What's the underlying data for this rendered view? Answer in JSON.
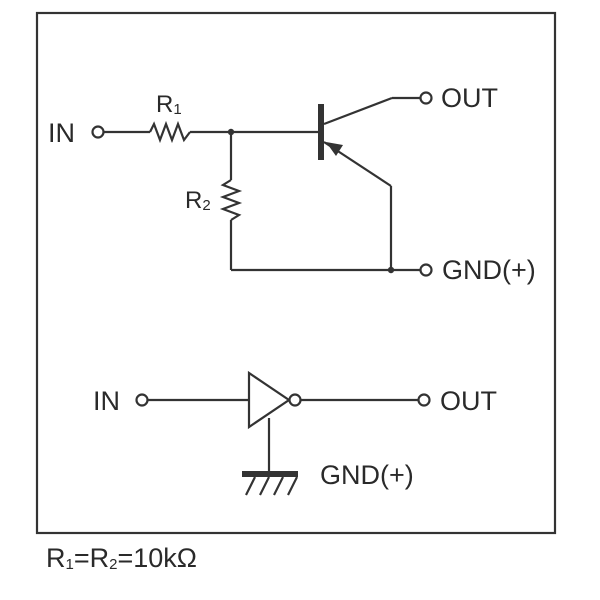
{
  "circuit": {
    "input_label": "IN",
    "output_label": "OUT",
    "ground_label": "GND(+)",
    "r1": {
      "letter": "R",
      "index": "1"
    },
    "r2": {
      "letter": "R",
      "index": "2"
    }
  },
  "symbol": {
    "input_label": "IN",
    "output_label": "OUT",
    "ground_label": "GND(+)"
  },
  "note": {
    "r1_letter": "R",
    "r1_index": "1",
    "equals_1": "=",
    "r2_letter": "R",
    "r2_index": "2",
    "value": "=10kΩ"
  }
}
